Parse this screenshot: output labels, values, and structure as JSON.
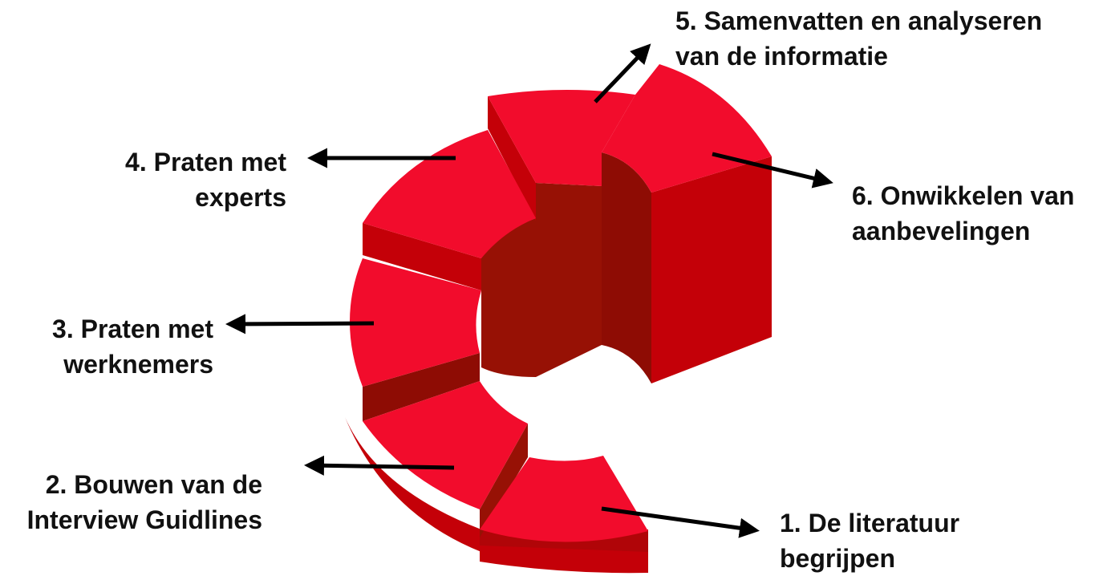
{
  "colors": {
    "top": "#f20c2c",
    "side": "#c40008",
    "shadow": "#971105",
    "arrow": "#000000",
    "text": "#111111"
  },
  "steps": [
    {
      "line1": "1. De literatuur",
      "line2": "begrijpen"
    },
    {
      "line1": "2. Bouwen van de",
      "line2": "Interview Guidlines"
    },
    {
      "line1": "3. Praten met",
      "line2": "werknemers"
    },
    {
      "line1": "4. Praten met",
      "line2": "experts"
    },
    {
      "line1": "5. Samenvatten en analyseren",
      "line2": "van de informatie"
    },
    {
      "line1": "6. Onwikkelen van",
      "line2": "aanbevelingen"
    }
  ]
}
